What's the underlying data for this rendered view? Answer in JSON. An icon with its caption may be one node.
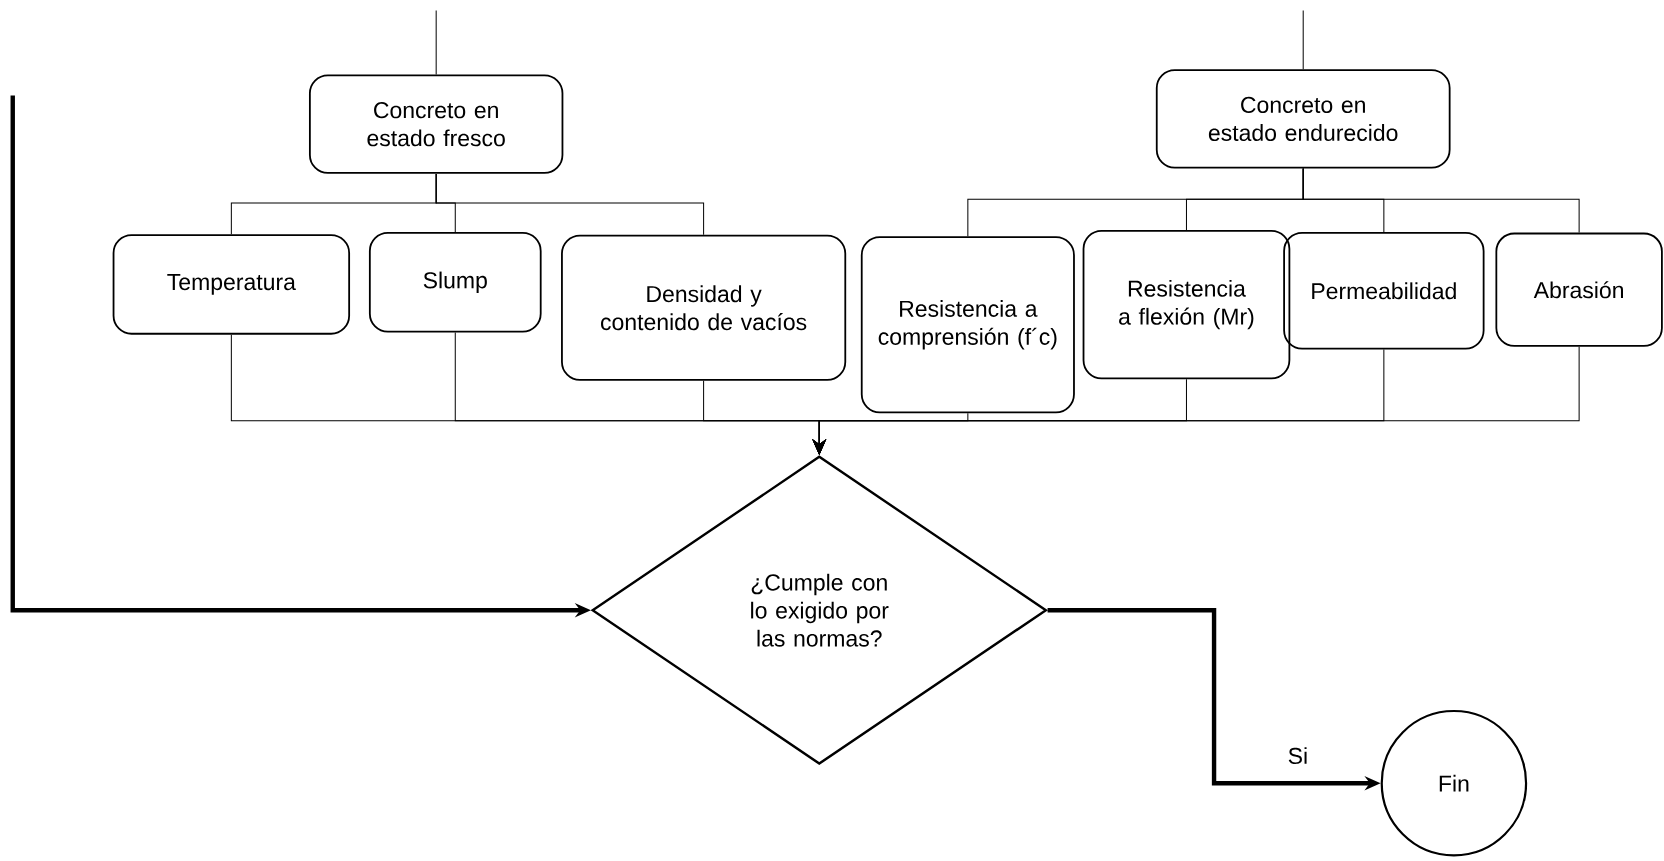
{
  "diagram": {
    "nodes": [
      {
        "text": [
          "Concreto en estado fresco"
        ]
      },
      {
        "text": [
          "Concreto en estado endurecido"
        ]
      },
      {
        "text": [
          "Temperatura"
        ]
      },
      {
        "text": [
          "Slump"
        ]
      },
      {
        "text": [
          "Densidad y contenido de vacíos"
        ]
      },
      {
        "text": [
          "Resistencia a comprensión (f´c)"
        ]
      },
      {
        "text": [
          "Resistencia a flexión (Mr)"
        ]
      },
      {
        "text": [
          "Permeabilidad"
        ]
      },
      {
        "text": [
          "Abrasión"
        ]
      },
      {
        "text": [
          "¿Cumple con lo exigido por las normas?"
        ]
      },
      {
        "text": [
          "Fin"
        ]
      }
    ],
    "edges": [
      {
        "from": null,
        "to": 0,
        "arrow": "none"
      },
      {
        "from": null,
        "to": 1,
        "arrow": "none"
      },
      {
        "from": 0,
        "to": 2,
        "arrow": "none"
      },
      {
        "from": 0,
        "to": 3,
        "arrow": "none"
      },
      {
        "from": 0,
        "to": 4,
        "arrow": "none"
      },
      {
        "from": 1,
        "to": 5,
        "arrow": "none"
      },
      {
        "from": 1,
        "to": 6,
        "arrow": "none"
      },
      {
        "from": 1,
        "to": 7,
        "arrow": "none"
      },
      {
        "from": 1,
        "to": 8,
        "arrow": "none"
      },
      {
        "from": 2,
        "to": 9,
        "arrow": "to"
      },
      {
        "from": 3,
        "to": 9,
        "arrow": "to"
      },
      {
        "from": 4,
        "to": 9,
        "arrow": "to"
      },
      {
        "from": 5,
        "to": 9,
        "arrow": "to"
      },
      {
        "from": 6,
        "to": 9,
        "arrow": "to"
      },
      {
        "from": 7,
        "to": 9,
        "arrow": "to"
      },
      {
        "from": 8,
        "to": 9,
        "arrow": "to"
      },
      {
        "from": null,
        "to": 9,
        "arrow": "to",
        "style": "thick"
      },
      {
        "from": 9,
        "to": 10,
        "arrow": "to",
        "style": "thick",
        "label": "Si"
      }
    ]
  }
}
